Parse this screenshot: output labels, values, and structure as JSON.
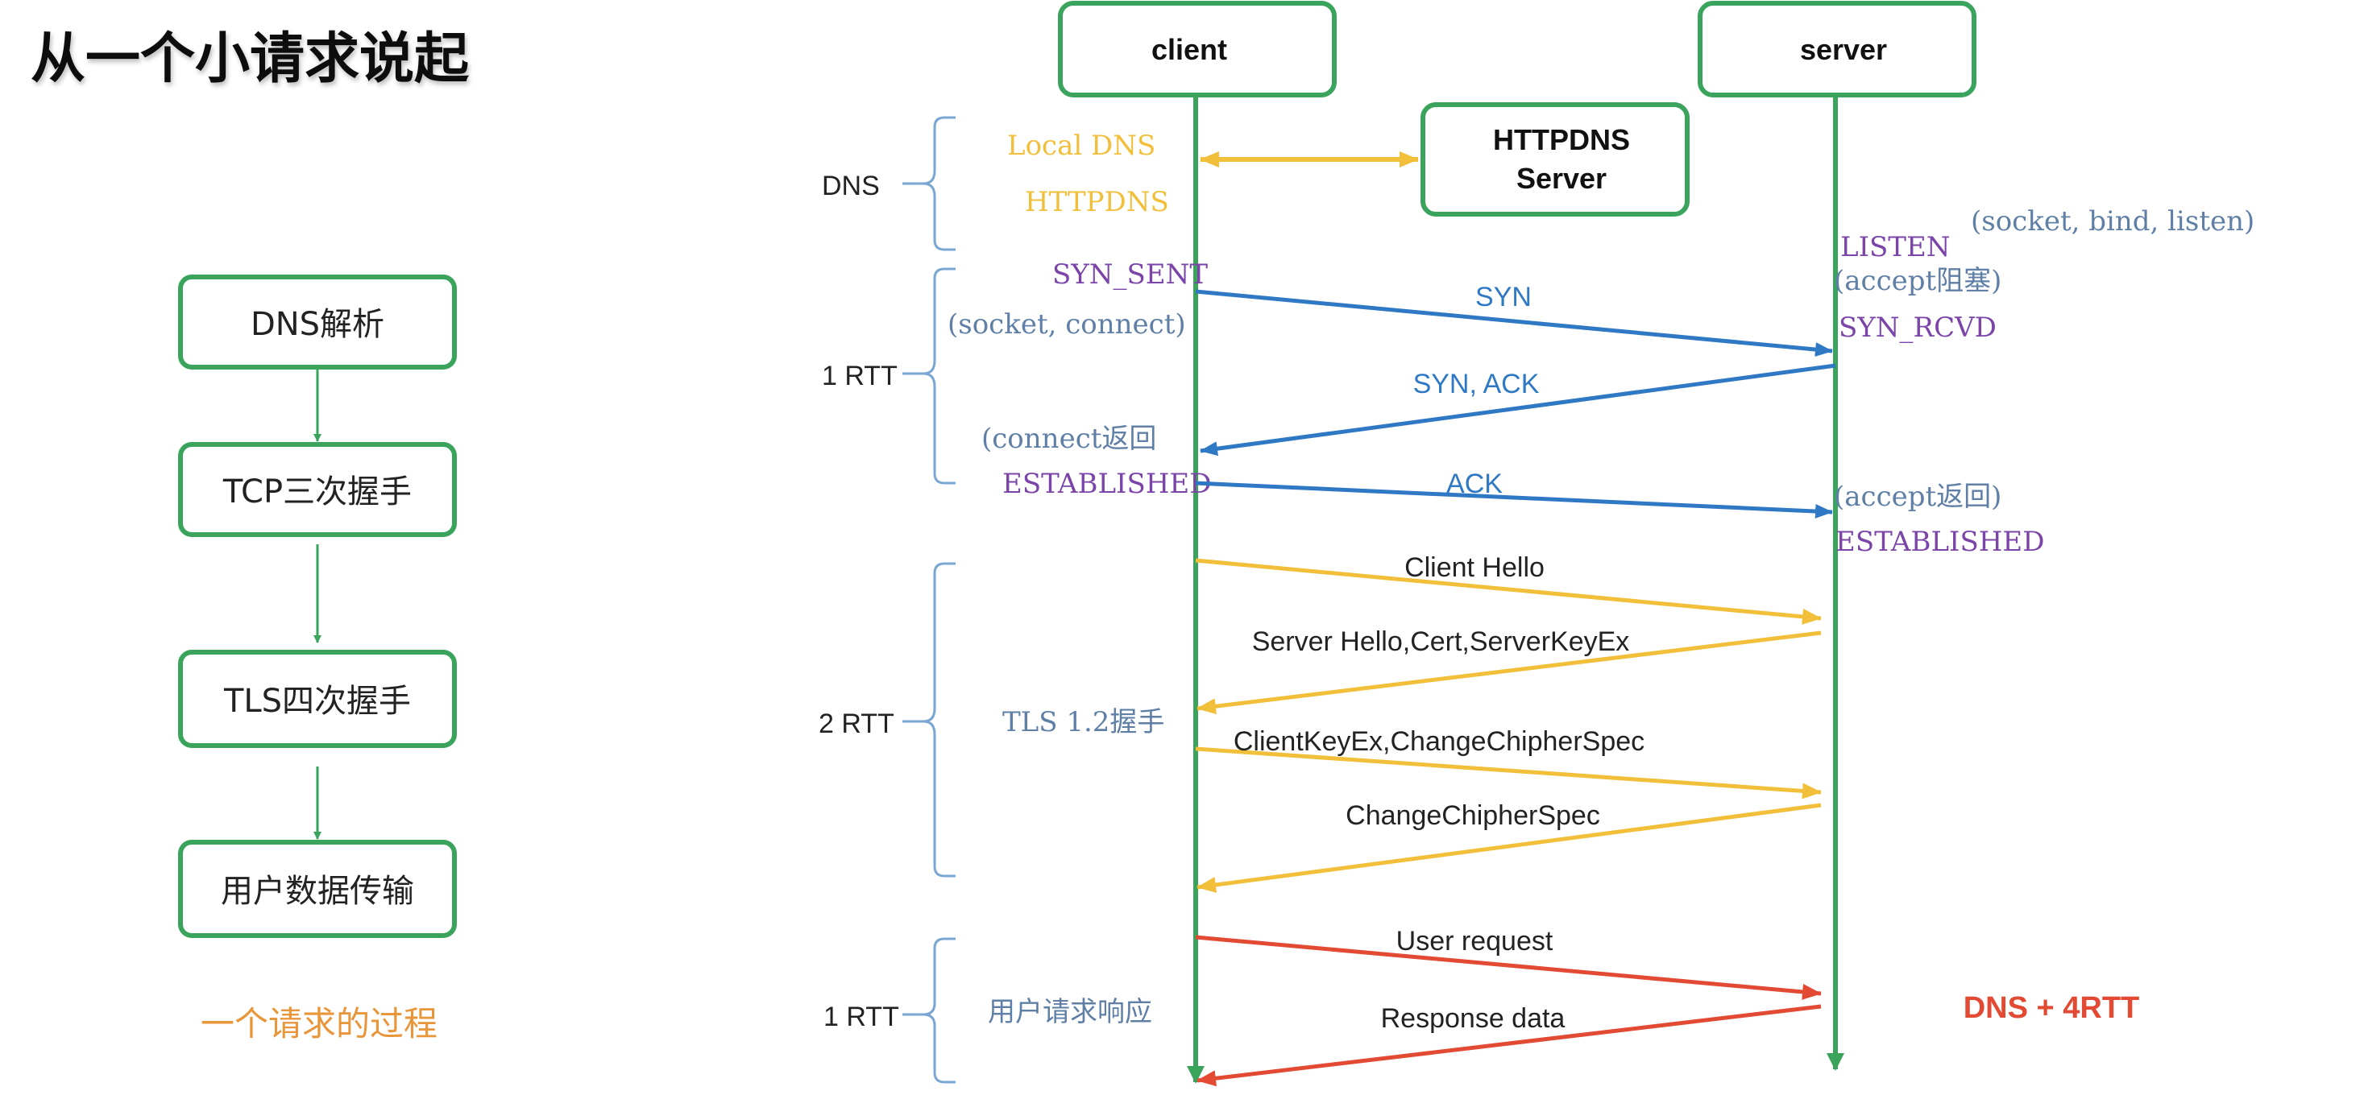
{
  "title": "从一个小请求说起",
  "process": {
    "steps": [
      "DNS解析",
      "TCP三次握手",
      "TLS四次握手",
      "用户数据传输"
    ],
    "caption": "一个请求的过程"
  },
  "participants": {
    "client": "client",
    "server": "server",
    "httpdns_line1": "HTTPDNS",
    "httpdns_line2": "Server"
  },
  "phases": [
    {
      "label": "DNS"
    },
    {
      "label": "1 RTT"
    },
    {
      "label": "2 RTT"
    },
    {
      "label": "1 RTT"
    }
  ],
  "dns": {
    "local_dns": "Local DNS",
    "httpdns": "HTTPDNS"
  },
  "client_states": {
    "syn_sent": "SYN_SENT",
    "socket_connect": "(socket, connect)",
    "connect_return": "(connect返回",
    "established": "ESTABLISHED",
    "tls_handshake": "TLS 1.2握手",
    "user_req_resp": "用户请求响应"
  },
  "server_states": {
    "socket_bind_listen": "(socket, bind, listen)",
    "listen": "LISTEN",
    "accept_block": "(accept阻塞)",
    "syn_rcvd": "SYN_RCVD",
    "accept_return": "(accept返回)",
    "established": "ESTABLISHED"
  },
  "messages": {
    "syn": "SYN",
    "syn_ack": "SYN, ACK",
    "ack": "ACK",
    "client_hello": "Client Hello",
    "server_hello": "Server Hello,Cert,ServerKeyEx",
    "client_key_ex": "ClientKeyEx,ChangeChipherSpec",
    "change_cipher_spec": "ChangeChipherSpec",
    "user_request": "User request",
    "response_data": "Response data"
  },
  "total": "DNS + 4RTT",
  "colors": {
    "green": "#3aa35c",
    "blue": "#2f78c4",
    "yellow": "#f2bf3a",
    "red": "#e24a33",
    "purple": "#7a44a8",
    "bluegray": "#5f7fa6",
    "orange": "#e9953a",
    "brace": "#7aa6d2"
  }
}
